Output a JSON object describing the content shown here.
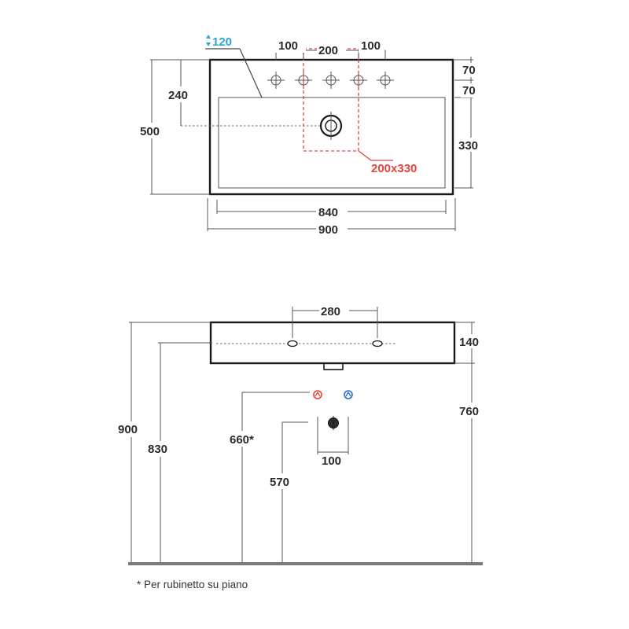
{
  "colors": {
    "ink": "#1a1a1a",
    "dimension": "#2b2b2b",
    "height_mark": "#2aa3d8",
    "tap_zone": "#e8433d",
    "hot_water": "#e8433d",
    "cold_water": "#2a6fd8",
    "floor": "#7a7a7a"
  },
  "top_view": {
    "tap_height": "120",
    "hole_spacing_left": "100",
    "hole_spacing_center": "200",
    "hole_spacing_right": "100",
    "edge_top": "70",
    "edge_bowl": "70",
    "bowl_depth": "330",
    "drain_offset": "240",
    "overall_depth": "500",
    "tap_zone": "200x330",
    "inner_width": "840",
    "overall_width": "900"
  },
  "front_view": {
    "hole_spacing": "280",
    "basin_height": "140",
    "rim_height": "760",
    "total_height": "900",
    "hole_height": "830",
    "supply_height": "660*",
    "drain_height": "570",
    "supply_spacing": "100"
  },
  "footnote": "* Per rubinetto su piano"
}
